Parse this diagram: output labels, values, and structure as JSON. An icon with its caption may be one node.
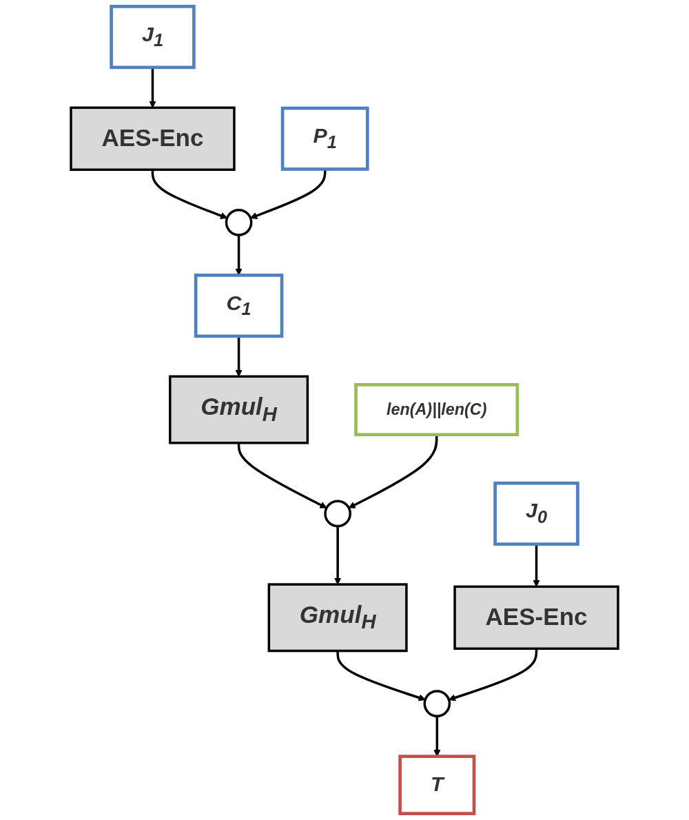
{
  "diagram": {
    "nodes": [
      {
        "text": [
          "J$_{0}$"
        ]
      },
      {
        "text": [
          "AES-Enc"
        ]
      },
      {
        "text": [
          "J$_{1}$"
        ]
      },
      {
        "text": [
          "AES-Enc"
        ]
      },
      {
        "text": [
          "P$_{1}$"
        ]
      },
      {
        "text": [],
        "shape": "circle"
      },
      {
        "text": [
          "C$_{1}$"
        ]
      },
      {
        "text": [
          "Gmul$_{H}$"
        ]
      },
      {
        "text": [
          "len(A)||len(C)"
        ]
      },
      {
        "text": [],
        "shape": "circle"
      },
      {
        "text": [
          "Gmul$_{H}$"
        ]
      },
      {
        "text": [],
        "shape": "circle"
      },
      {
        "text": [
          "T"
        ]
      }
    ],
    "edges": [
      {
        "from": 0,
        "to": 1,
        "arrow": "to"
      },
      {
        "from": 2,
        "to": 3,
        "arrow": "to"
      },
      {
        "from": 3,
        "to": 5,
        "arrow": "to"
      },
      {
        "from": 4,
        "to": 5,
        "arrow": "to"
      },
      {
        "from": 5,
        "to": 6,
        "arrow": "to"
      },
      {
        "from": 6,
        "to": 7,
        "arrow": "to"
      },
      {
        "from": 7,
        "to": 9,
        "arrow": "to"
      },
      {
        "from": 8,
        "to": 9,
        "arrow": "to"
      },
      {
        "from": 9,
        "to": 10,
        "arrow": "to"
      },
      {
        "from": 10,
        "to": 11,
        "arrow": "to"
      },
      {
        "from": 1,
        "to": 11,
        "arrow": "to"
      },
      {
        "from": 11,
        "to": 12,
        "arrow": "to"
      }
    ]
  }
}
